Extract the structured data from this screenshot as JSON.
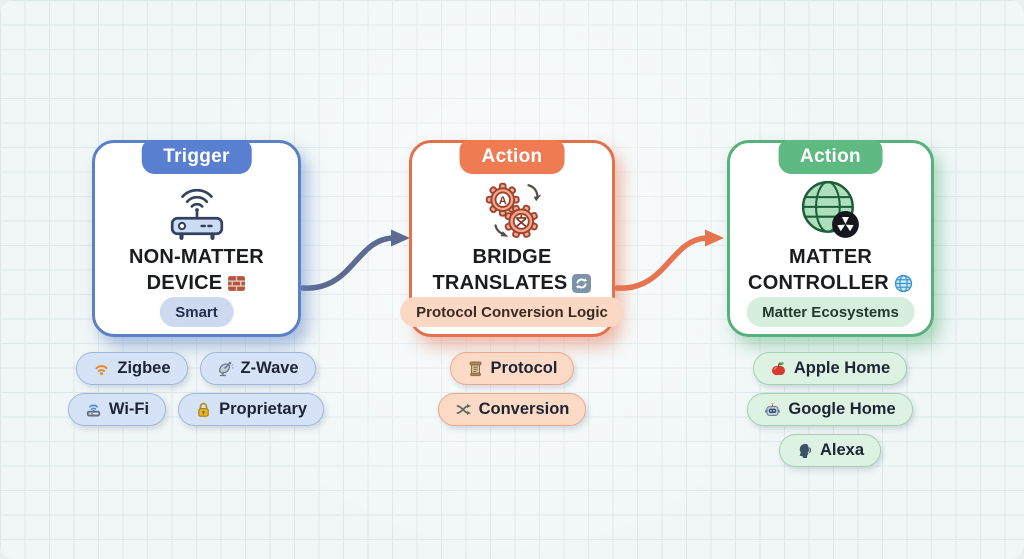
{
  "flow": {
    "background": {
      "style": "graph-paper-grid",
      "paper_color": "#f1f7f7",
      "grid_line_color": "#dde8ea"
    },
    "cards": [
      {
        "id": "non-matter-device",
        "step_label": "Trigger",
        "title_line1": "NON-MATTER",
        "title_line2": "DEVICE",
        "title_icon": "brick-icon",
        "main_icon": "wireless-router-icon",
        "badge": "Smart",
        "palette": {
          "border": "#5b80c6",
          "tab": "#597fd1",
          "badge_bg": "#ccd9ee",
          "tag_bg": "#d6e3f7"
        },
        "tags": [
          {
            "icon": "zigbee-signal-icon",
            "label": "Zigbee"
          },
          {
            "icon": "satellite-dish-icon",
            "label": "Z-Wave"
          },
          {
            "icon": "wifi-router-icon",
            "label": "Wi-Fi"
          },
          {
            "icon": "padlock-icon",
            "label": "Proprietary"
          }
        ]
      },
      {
        "id": "bridge-translates",
        "step_label": "Action",
        "title_line1": "BRIDGE",
        "title_line2": "TRANSLATES",
        "title_icon": "refresh-arrows-icon",
        "main_icon": "translate-gears-icon",
        "badge": "Protocol Conversion Logic",
        "palette": {
          "border": "#e2714e",
          "tab": "#ef7b52",
          "badge_bg": "#fbd8c3",
          "tag_bg": "#fcdac6"
        },
        "tags": [
          {
            "icon": "scroll-icon",
            "label": "Protocol"
          },
          {
            "icon": "shuffle-arrows-icon",
            "label": "Conversion"
          }
        ]
      },
      {
        "id": "matter-controller",
        "step_label": "Action",
        "title_line1": "MATTER",
        "title_line2": "CONTROLLER",
        "title_icon": "globe-icon",
        "main_icon": "matter-globe-icon",
        "badge": "Matter Ecosystems",
        "palette": {
          "border": "#58b07a",
          "tab": "#5eba81",
          "badge_bg": "#d6eedd",
          "tag_bg": "#ddf2e3"
        },
        "tags": [
          {
            "icon": "apple-icon",
            "label": "Apple Home"
          },
          {
            "icon": "robot-icon",
            "label": "Google Home"
          },
          {
            "icon": "speaking-head-icon",
            "label": "Alexa"
          }
        ]
      }
    ],
    "arrows": [
      {
        "from": "non-matter-device",
        "to": "bridge-translates",
        "color": "#5d6b92",
        "shape": "s-curve-right"
      },
      {
        "from": "bridge-translates",
        "to": "matter-controller",
        "color": "#e7734f",
        "shape": "s-curve-right"
      }
    ]
  }
}
